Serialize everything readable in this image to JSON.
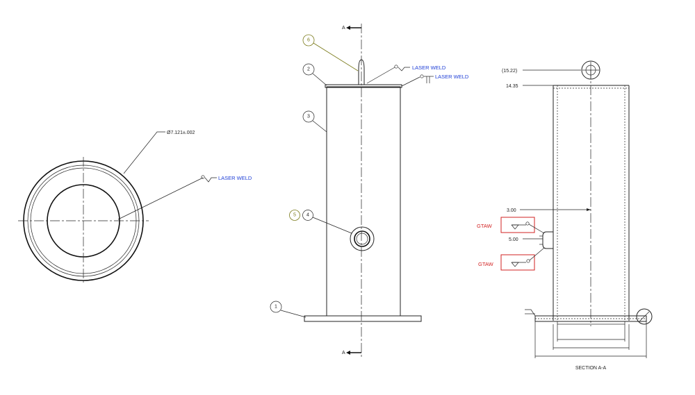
{
  "top_view": {
    "diameter_callout": "Ø7.121±.002",
    "weld_label": "LASER WELD"
  },
  "front_view": {
    "section_mark": "A",
    "weld_label_top": "LASER WELD",
    "weld_label_right": "LASER WELD",
    "balloons": {
      "b1": "1",
      "b2": "2",
      "b3": "3",
      "b4": "4",
      "b5": "5",
      "b6": "6"
    }
  },
  "section_view": {
    "dim_top": "(15.22)",
    "dim_second": "14.35",
    "dim_300": "3.00",
    "dim_500": "5.00",
    "gtaw_1": "GTAW",
    "gtaw_2": "GTAW",
    "title": "SECTION A-A"
  },
  "colors": {
    "weld_text": "#1f3fd6",
    "gtaw_text": "#d22222",
    "gtaw_box": "#d22222",
    "balloon_accent": "#7a7a1a"
  }
}
